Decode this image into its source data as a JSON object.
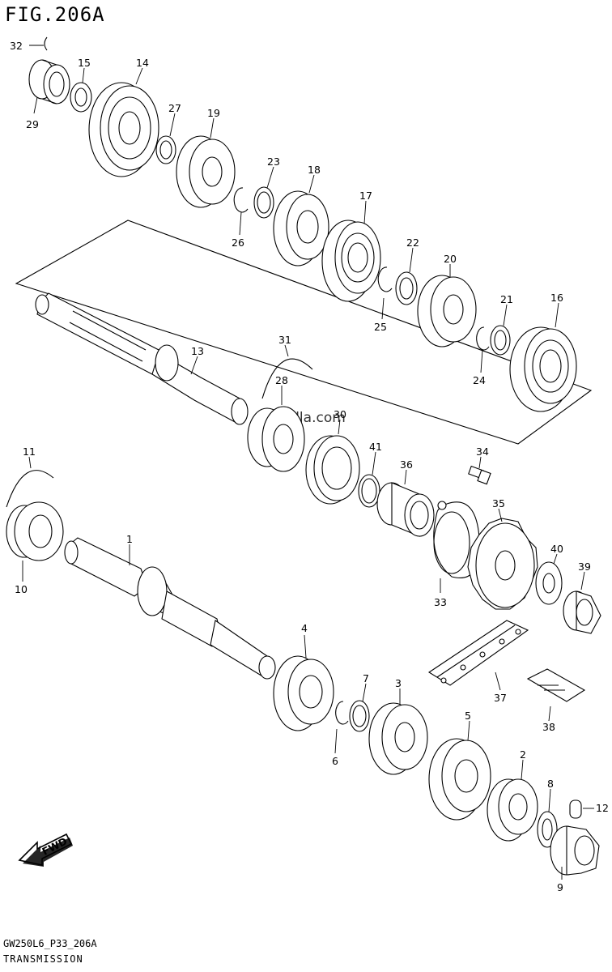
{
  "figure": {
    "title": "FIG.206A",
    "code": "GW250L6_P33_206A",
    "name": "TRANSMISSION",
    "watermark": "Partzilla.com",
    "direction_label": "FWD"
  },
  "callouts": [
    {
      "id": "1",
      "text": "1"
    },
    {
      "id": "2",
      "text": "2"
    },
    {
      "id": "3",
      "text": "3"
    },
    {
      "id": "4",
      "text": "4"
    },
    {
      "id": "5",
      "text": "5"
    },
    {
      "id": "6",
      "text": "6"
    },
    {
      "id": "7",
      "text": "7"
    },
    {
      "id": "8",
      "text": "8"
    },
    {
      "id": "9",
      "text": "9"
    },
    {
      "id": "10",
      "text": "10"
    },
    {
      "id": "11",
      "text": "11"
    },
    {
      "id": "12",
      "text": "12"
    },
    {
      "id": "13",
      "text": "13"
    },
    {
      "id": "14",
      "text": "14"
    },
    {
      "id": "15",
      "text": "15"
    },
    {
      "id": "16",
      "text": "16"
    },
    {
      "id": "17",
      "text": "17"
    },
    {
      "id": "18",
      "text": "18"
    },
    {
      "id": "19",
      "text": "19"
    },
    {
      "id": "20",
      "text": "20"
    },
    {
      "id": "21",
      "text": "21"
    },
    {
      "id": "22",
      "text": "22"
    },
    {
      "id": "23",
      "text": "23"
    },
    {
      "id": "24",
      "text": "24"
    },
    {
      "id": "25",
      "text": "25"
    },
    {
      "id": "26",
      "text": "26"
    },
    {
      "id": "27",
      "text": "27"
    },
    {
      "id": "28",
      "text": "28"
    },
    {
      "id": "29",
      "text": "29"
    },
    {
      "id": "30",
      "text": "30"
    },
    {
      "id": "31",
      "text": "31"
    },
    {
      "id": "32",
      "text": "32"
    },
    {
      "id": "33",
      "text": "33"
    },
    {
      "id": "34",
      "text": "34"
    },
    {
      "id": "35",
      "text": "35"
    },
    {
      "id": "36",
      "text": "36"
    },
    {
      "id": "37",
      "text": "37"
    },
    {
      "id": "38",
      "text": "38"
    },
    {
      "id": "39",
      "text": "39"
    },
    {
      "id": "40",
      "text": "40"
    },
    {
      "id": "41",
      "text": "41"
    }
  ]
}
